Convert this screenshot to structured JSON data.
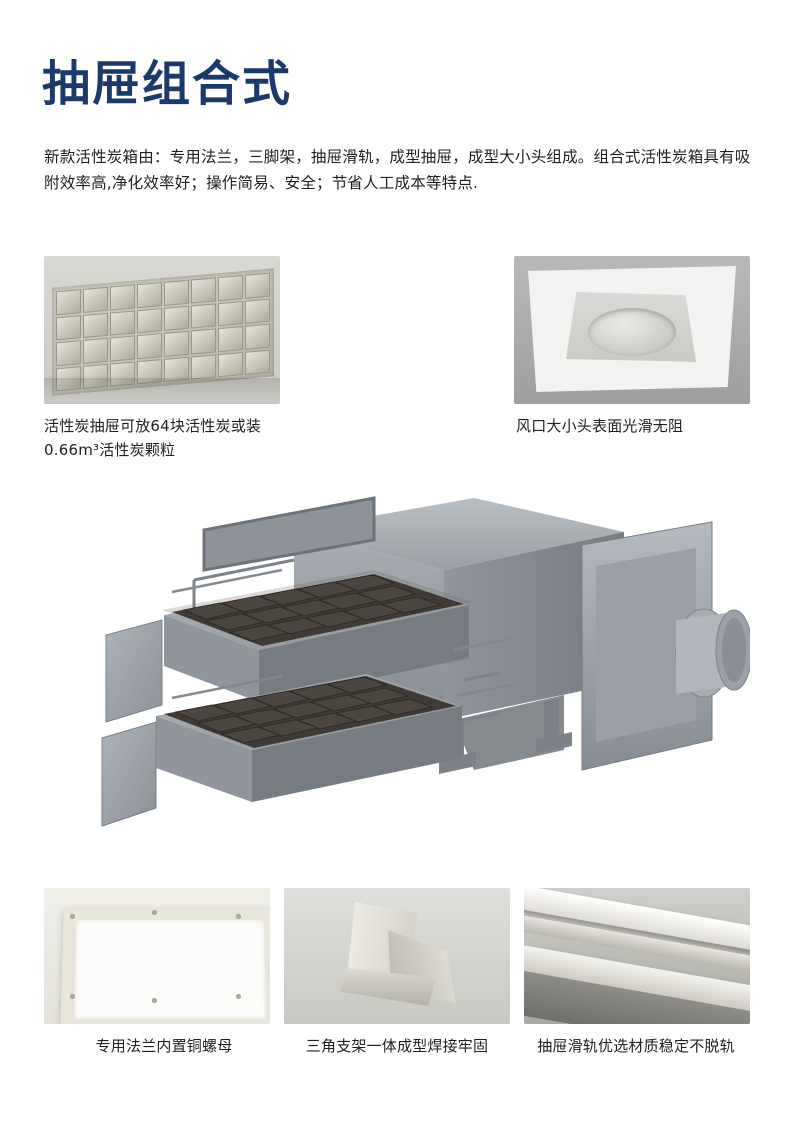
{
  "page": {
    "title": "抽屉组合式",
    "title_color": "#1b3a6b",
    "intro": "新款活性炭箱由：专用法兰，三脚架，抽屉滑轨，成型抽屉，成型大小头组成。组合式活性炭箱具有吸附效率高,净化效率好；操作简易、安全；节省人工成本等特点."
  },
  "top_photos": [
    {
      "id": "carbon-drawer-photo",
      "caption": "活性炭抽屉可放64块活性炭或装0.66m³活性炭颗粒",
      "alt": "activated-carbon-drawer-grid"
    },
    {
      "id": "air-hood-photo",
      "caption": "风口大小头表面光滑无阻",
      "alt": "white-funnel-air-inlet-hood"
    }
  ],
  "hero": {
    "id": "product-exploded-view",
    "alt": "活性炭箱组合式三维爆炸图"
  },
  "bottom_photos": [
    {
      "id": "flange-photo",
      "caption": "专用法兰内置铜螺母",
      "alt": "dedicated-flange-with-copper-nuts"
    },
    {
      "id": "bracket-photo",
      "caption": "三角支架一体成型焊接牢固",
      "alt": "triangle-bracket-integrally-formed"
    },
    {
      "id": "rail-photo",
      "caption": "抽屉滑轨优选材质稳定不脱轨",
      "alt": "drawer-slide-rail"
    }
  ],
  "colors": {
    "title": "#1b3a6b",
    "body_text": "#1f1f1f",
    "background": "#ffffff",
    "device_gray": "#93989c",
    "device_dark": "#4a4a4a"
  }
}
